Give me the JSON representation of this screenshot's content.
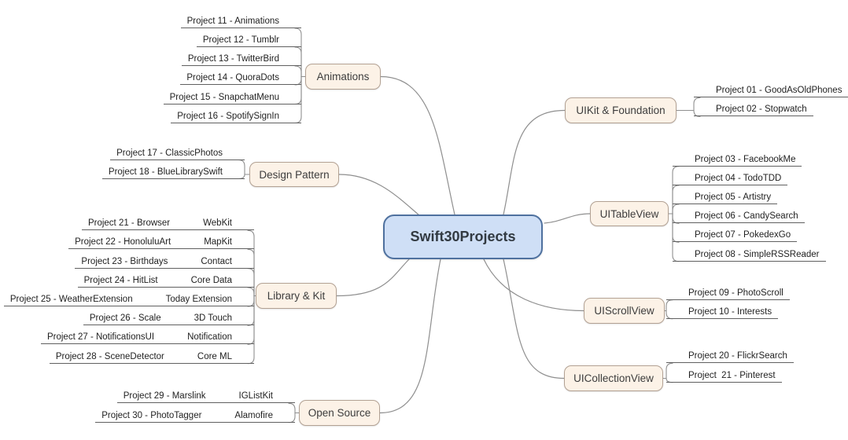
{
  "title": "Swift30Projects",
  "colors": {
    "root_fill": "#cfdff6",
    "root_border": "#4f719f",
    "root_text": "#323a42",
    "branch_fill": "#fcf2e7",
    "branch_border": "#b2a193",
    "node_text": "#3d3d3d",
    "child_text": "#1f1f1f",
    "connector": "#8f8f8f",
    "underline": "#606060"
  },
  "branches": [
    {
      "id": "uikit-foundation",
      "label": "UIKit & Foundation",
      "side": "right",
      "children": [
        {
          "label": "Project 01 - GoodAsOldPhones"
        },
        {
          "label": "Project 02 - Stopwatch"
        }
      ]
    },
    {
      "id": "uitableview",
      "label": "UITableView",
      "side": "right",
      "children": [
        {
          "label": "Project 03 - FacebookMe"
        },
        {
          "label": "Project 04 - TodoTDD"
        },
        {
          "label": "Project 05 - Artistry"
        },
        {
          "label": "Project 06 - CandySearch"
        },
        {
          "label": "Project 07 - PokedexGo"
        },
        {
          "label": "Project 08 - SimpleRSSReader"
        }
      ]
    },
    {
      "id": "uiscrollview",
      "label": "UIScrollView",
      "side": "right",
      "children": [
        {
          "label": "Project 09 - PhotoScroll"
        },
        {
          "label": "Project 10 - Interests"
        }
      ]
    },
    {
      "id": "uicollectionview",
      "label": "UICollectionView",
      "side": "right",
      "children": [
        {
          "label": "Project 20 - FlickrSearch"
        },
        {
          "label": "Project  21 - Pinterest"
        }
      ]
    },
    {
      "id": "animations",
      "label": "Animations",
      "side": "left",
      "children": [
        {
          "label": "Project 11 - Animations"
        },
        {
          "label": "Project 12 - Tumblr"
        },
        {
          "label": "Project 13 - TwitterBird"
        },
        {
          "label": "Project 14 - QuoraDots"
        },
        {
          "label": "Project 15 - SnapchatMenu"
        },
        {
          "label": "Project 16 - SpotifySignIn"
        }
      ]
    },
    {
      "id": "design-pattern",
      "label": "Design Pattern",
      "side": "left",
      "children": [
        {
          "label": "Project 17 - ClassicPhotos"
        },
        {
          "label": "Project 18 - BlueLibrarySwift"
        }
      ]
    },
    {
      "id": "library-kit",
      "label": "Library & Kit",
      "side": "left",
      "children": [
        {
          "label": "Project 21 - Browser",
          "framework": "WebKit"
        },
        {
          "label": "Project 22 - HonoluluArt",
          "framework": "MapKit"
        },
        {
          "label": "Project 23 - Birthdays",
          "framework": "Contact"
        },
        {
          "label": "Project 24 - HitList",
          "framework": "Core Data"
        },
        {
          "label": "Project 25 - WeatherExtension",
          "framework": "Today Extension"
        },
        {
          "label": "Project 26 - Scale",
          "framework": "3D Touch"
        },
        {
          "label": "Project 27 - NotificationsUI",
          "framework": "Notification"
        },
        {
          "label": "Project 28 - SceneDetector",
          "framework": "Core ML"
        }
      ]
    },
    {
      "id": "open-source",
      "label": "Open Source",
      "side": "left",
      "children": [
        {
          "label": "Project 29 - Marslink",
          "framework": "IGListKit"
        },
        {
          "label": "Project 30 - PhotoTagger",
          "framework": "Alamofire"
        }
      ]
    }
  ]
}
